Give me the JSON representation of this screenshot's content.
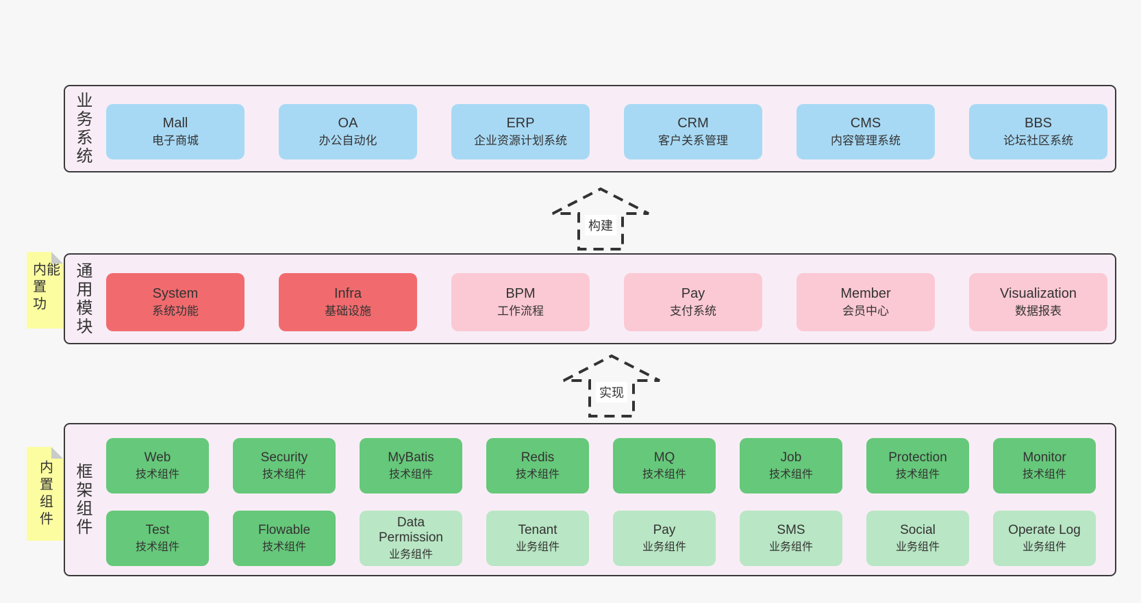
{
  "colors": {
    "page_bg": "#f7f7f7",
    "band_bg": "#f8edf6",
    "band_border": "#3a3a3a",
    "blue": "#a8d9f4",
    "red": "#f16b6e",
    "pink": "#fbc9d4",
    "green": "#66c87a",
    "light_green": "#b9e6c4",
    "sticky_yellow": "#fcfda0",
    "fold_gray": "#c9cacb",
    "text": "#333333"
  },
  "bands": {
    "business": {
      "label": "业务系统",
      "boxes": [
        {
          "en": "Mall",
          "zh": "电子商城"
        },
        {
          "en": "OA",
          "zh": "办公自动化"
        },
        {
          "en": "ERP",
          "zh": "企业资源计划系统"
        },
        {
          "en": "CRM",
          "zh": "客户关系管理"
        },
        {
          "en": "CMS",
          "zh": "内容管理系统"
        },
        {
          "en": "BBS",
          "zh": "论坛社区系统"
        }
      ]
    },
    "modules": {
      "label": "通用模块",
      "sticky": "内置功能",
      "boxes": [
        {
          "en": "System",
          "zh": "系统功能"
        },
        {
          "en": "Infra",
          "zh": "基础设施"
        },
        {
          "en": "BPM",
          "zh": "工作流程"
        },
        {
          "en": "Pay",
          "zh": "支付系统"
        },
        {
          "en": "Member",
          "zh": "会员中心"
        },
        {
          "en": "Visualization",
          "zh": "数据报表"
        }
      ]
    },
    "framework": {
      "label": "框架组件",
      "sticky": "内置组件",
      "row1": [
        {
          "en": "Web",
          "zh": "技术组件"
        },
        {
          "en": "Security",
          "zh": "技术组件"
        },
        {
          "en": "MyBatis",
          "zh": "技术组件"
        },
        {
          "en": "Redis",
          "zh": "技术组件"
        },
        {
          "en": "MQ",
          "zh": "技术组件"
        },
        {
          "en": "Job",
          "zh": "技术组件"
        },
        {
          "en": "Protection",
          "zh": "技术组件"
        },
        {
          "en": "Monitor",
          "zh": "技术组件"
        }
      ],
      "row2": [
        {
          "en": "Test",
          "zh": "技术组件"
        },
        {
          "en": "Flowable",
          "zh": "技术组件"
        },
        {
          "en": "Data Permission",
          "zh": "业务组件"
        },
        {
          "en": "Tenant",
          "zh": "业务组件"
        },
        {
          "en": "Pay",
          "zh": "业务组件"
        },
        {
          "en": "SMS",
          "zh": "业务组件"
        },
        {
          "en": "Social",
          "zh": "业务组件"
        },
        {
          "en": "Operate Log",
          "zh": "业务组件"
        }
      ]
    }
  },
  "arrows": [
    {
      "label": "构建"
    },
    {
      "label": "实现"
    }
  ]
}
